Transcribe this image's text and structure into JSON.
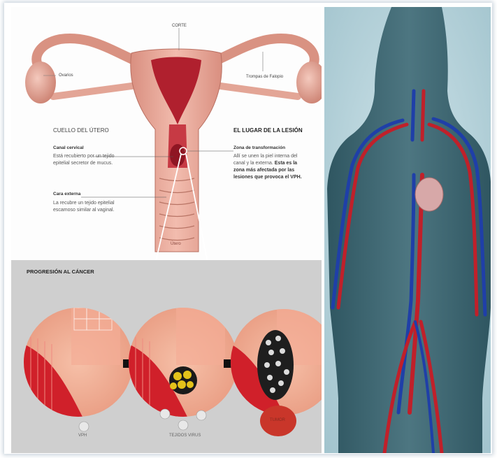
{
  "anatomy": {
    "top_label": "CORTE",
    "ovary_label": "Ovarios",
    "tube_label": "Trompas de Falopio",
    "uterus_label": "Útero"
  },
  "cervix": {
    "title": "CUELLO DEL ÚTERO",
    "canal_heading": "Canal cervical",
    "canal_text_1": "Está recubierto por un tejido",
    "canal_text_2": "epitelial secretor de mucus.",
    "external_heading": "Cara externa",
    "external_text_1": "La recubre un tejido epitelial",
    "external_text_2": "escamoso similar al vaginal."
  },
  "lesion": {
    "title": "EL LUGAR DE LA LESIÓN",
    "zone_heading": "Zona de transformación",
    "text_1": "Allí se unen la piel interna del",
    "text_2": "canal y la externa.",
    "text_2_bold": "Esta es la",
    "text_3_bold": "zona más afectada por las",
    "text_4_bold": "lesiones que provoca el VPH."
  },
  "progression": {
    "title": "PROGRESIÓN AL CÁNCER",
    "stage1_label": "VPH",
    "stage2_label": "TEJIDOS VIRUS",
    "stage3_label": "TUMOR"
  },
  "colors": {
    "uterus_pink": "#e9a99a",
    "cavity_red": "#b0202e",
    "body_silhouette": "#3d6470",
    "artery_red": "#c0202a",
    "vein_blue": "#1f3fa8",
    "panel_grey": "#cfcfcf"
  }
}
